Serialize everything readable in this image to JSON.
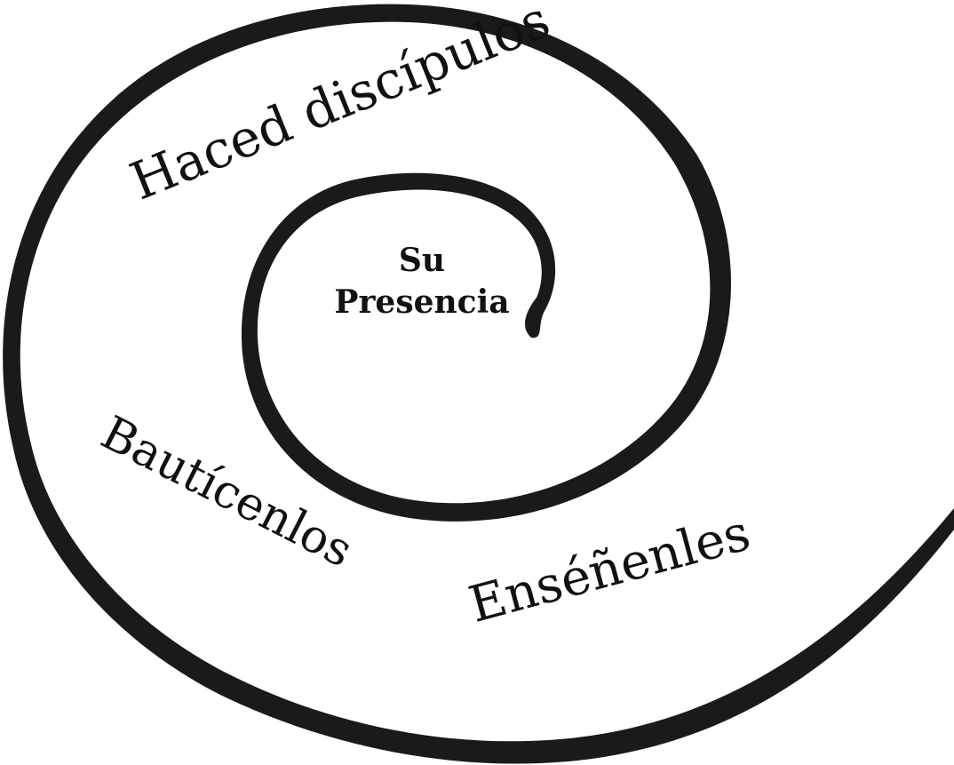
{
  "diagram": {
    "center": {
      "line1": "Su",
      "line2": "Presencia"
    },
    "labels": {
      "haced": "Haced discípulos",
      "bauticenlos": "Bautícenlos",
      "ensenenles": "Enséñenles"
    },
    "colors": {
      "stroke": "#1a1a1a",
      "background": "#ffffff"
    }
  }
}
